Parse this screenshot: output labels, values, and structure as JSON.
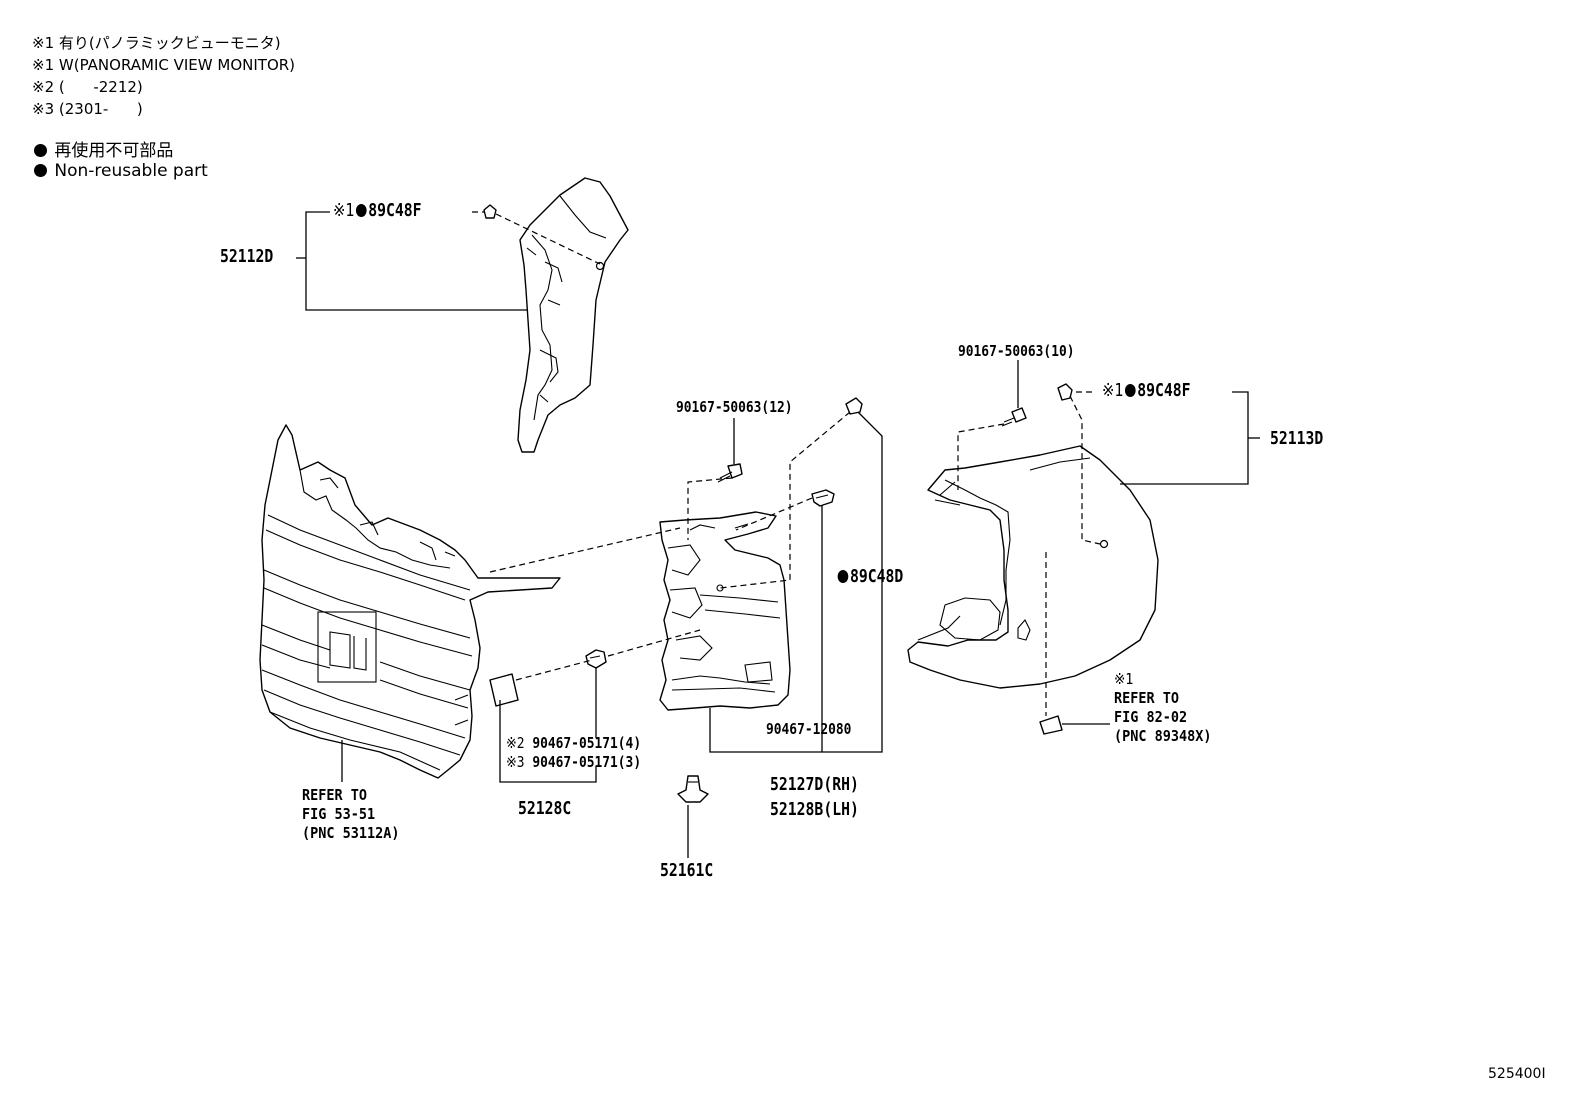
{
  "notes": [
    "※1 有り(パノラミックビューモニタ)",
    "※1 W(PANORAMIC VIEW MONITOR)",
    "※2 (      -2212)",
    "※3 (2301-      )"
  ],
  "legend": {
    "jp": "再使用不可部品",
    "en": "Non-reusable part"
  },
  "callouts": {
    "mark1": "※1",
    "mark2": "※2",
    "mark3": "※3",
    "clip_89C48F": "89C48F",
    "part_52112D": "52112D",
    "part_52113D": "52113D",
    "screw_12": "90167-50063(12)",
    "screw_10": "90167-50063(10)",
    "clip_89C48D": "89C48D",
    "clip_90467_12080": "90467-12080",
    "clip_05171_4": "90467-05171(4)",
    "clip_05171_3": "90467-05171(3)",
    "part_52128C": "52128C",
    "part_52127D": "52127D(RH)",
    "part_52128B": "52128B(LH)",
    "part_52161C": "52161C"
  },
  "refs": {
    "grille": [
      "REFER TO",
      "FIG 53-51",
      "(PNC 53112A)"
    ],
    "sensor": [
      "※1",
      "REFER TO",
      "FIG 82-02",
      "(PNC 89348X)"
    ]
  },
  "figure_id": "525400I",
  "icons": {
    "non_reusable": "filled-circle-icon",
    "note_mark": "reference-mark-※"
  }
}
